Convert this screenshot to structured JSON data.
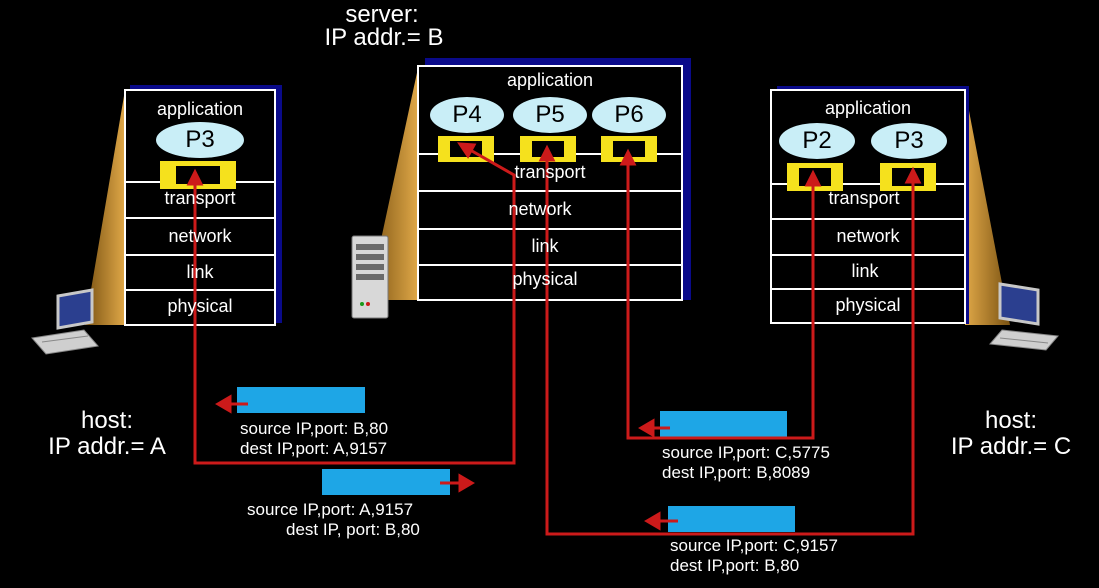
{
  "server": {
    "title": "server:",
    "addr": "IP addr.= B",
    "layers": [
      "application",
      "transport",
      "network",
      "link",
      "physical"
    ],
    "procs": [
      "P4",
      "P5",
      "P6"
    ]
  },
  "hostA": {
    "title": "host:",
    "addr": "IP addr.= A",
    "layers": [
      "application",
      "transport",
      "network",
      "link",
      "physical"
    ],
    "procs": [
      "P3"
    ]
  },
  "hostC": {
    "title": "host:",
    "addr": "IP addr.= C",
    "layers": [
      "application",
      "transport",
      "network",
      "link",
      "physical"
    ],
    "procs": [
      "P2",
      "P3"
    ]
  },
  "segments": [
    {
      "src": "source IP,port: B,80",
      "dst": "dest IP,port: A,9157"
    },
    {
      "src": "source IP,port: A,9157",
      "dst": "dest IP, port: B,80"
    },
    {
      "src": "source IP,port: C,5775",
      "dst": "dest IP,port: B,8089"
    },
    {
      "src": "source IP,port: C,9157",
      "dst": "dest IP,port: B,80"
    }
  ],
  "colors": {
    "arrow": "#cc1a1a",
    "segment": "#1ea6e6",
    "socket": "#f5e11d",
    "process": "#c9eef7",
    "shade": "#0a0a8a",
    "tan": "#c8902f"
  }
}
